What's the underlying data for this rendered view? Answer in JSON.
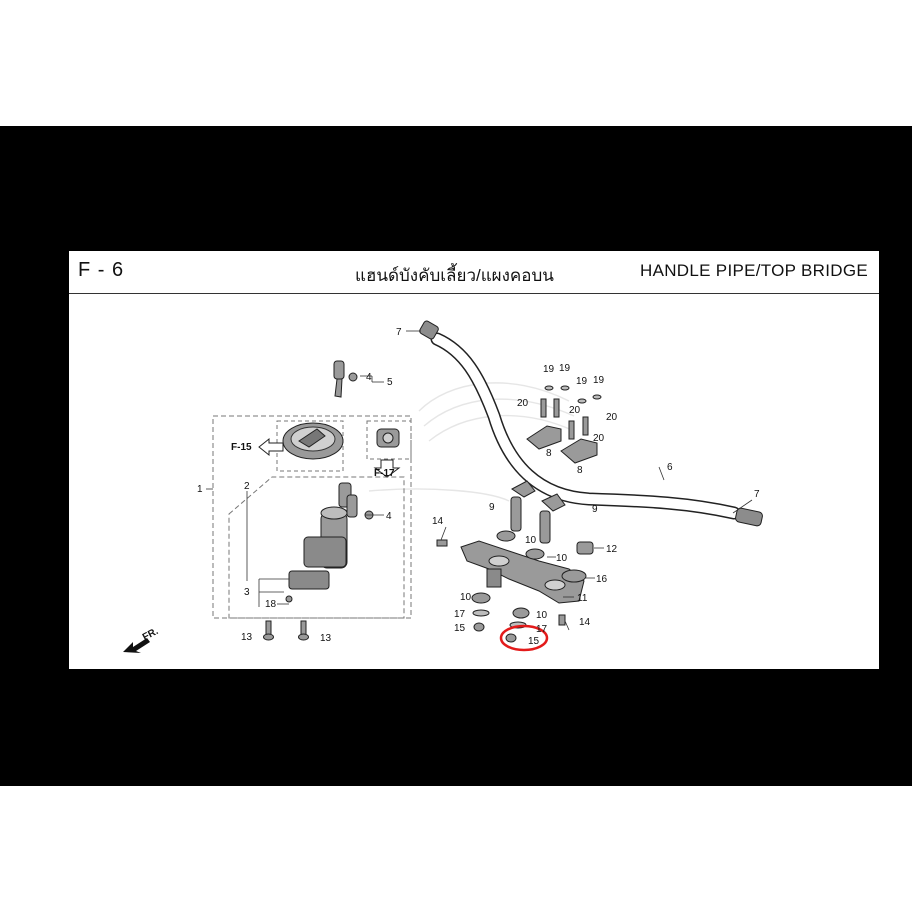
{
  "header": {
    "page_code": "F - 6",
    "title_thai": "แฮนด์บังคับเลี้ยว/แผงคอบน",
    "title_english": "HANDLE PIPE/TOP BRIDGE"
  },
  "references": {
    "ref_f15": "F-15",
    "ref_f17": "F-17",
    "direction_front": "FR."
  },
  "callouts": {
    "c1": "1",
    "c2": "2",
    "c3": "3",
    "c4a": "4",
    "c4b": "4",
    "c5": "5",
    "c6": "6",
    "c7a": "7",
    "c7b": "7",
    "c8a": "8",
    "c8b": "8",
    "c9a": "9",
    "c9b": "9",
    "c10a": "10",
    "c10b": "10",
    "c10c": "10",
    "c10d": "10",
    "c11": "11",
    "c12": "12",
    "c13a": "13",
    "c13b": "13",
    "c14a": "14",
    "c14b": "14",
    "c15a": "15",
    "c15b": "15",
    "c16": "16",
    "c17a": "17",
    "c17b": "17",
    "c18": "18",
    "c19a": "19",
    "c19b": "19",
    "c19c": "19",
    "c19d": "19",
    "c20a": "20",
    "c20b": "20",
    "c20c": "20",
    "c20d": "20"
  },
  "highlight": {
    "color": "#e31b1b",
    "circled_part": "15"
  },
  "colors": {
    "frame_band": "#000000",
    "sheet": "#ffffff",
    "part_fill": "#9a9a9a",
    "line": "#222222"
  }
}
